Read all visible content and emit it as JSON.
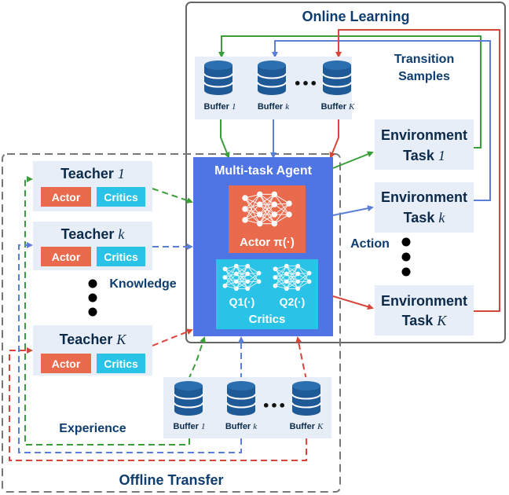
{
  "online": {
    "title": "Online Learning",
    "transition_line1": "Transition",
    "transition_line2": "Samples",
    "action": "Action",
    "buffers": [
      {
        "label": "Buffer",
        "idx": "1"
      },
      {
        "label": "Buffer",
        "idx": "k"
      },
      {
        "label": "Buffer",
        "idx": "K"
      }
    ],
    "dots": "•••"
  },
  "offline": {
    "title": "Offline Transfer",
    "knowledge": "Knowledge",
    "experience": "Experience",
    "buffers": [
      {
        "label": "Buffer",
        "idx": "1"
      },
      {
        "label": "Buffer",
        "idx": "k"
      },
      {
        "label": "Buffer",
        "idx": "K"
      }
    ],
    "dots": "•••"
  },
  "teachers": [
    {
      "title": "Teacher",
      "idx": "1",
      "actor": "Actor",
      "critics": "Critics"
    },
    {
      "title": "Teacher",
      "idx": "k",
      "actor": "Actor",
      "critics": "Critics"
    },
    {
      "title": "Teacher",
      "idx": "K",
      "actor": "Actor",
      "critics": "Critics"
    }
  ],
  "environments": [
    {
      "title": "Environment",
      "task": "Task",
      "idx": "1"
    },
    {
      "title": "Environment",
      "task": "Task",
      "idx": "k"
    },
    {
      "title": "Environment",
      "task": "Task",
      "idx": "K"
    }
  ],
  "agent": {
    "title": "Multi-task Agent",
    "actor": "Actor π(·)",
    "q1": "Q1(·)",
    "q2": "Q2(·)",
    "critics": "Critics"
  },
  "colors": {
    "green": "#3a9e3a",
    "blue": "#5b7fd6",
    "red": "#d9453a",
    "agent": "#4f74e3",
    "actor": "#ea6a4d",
    "critics": "#29c3e8",
    "box": "#e8eef7",
    "db": "#1e5a96"
  }
}
